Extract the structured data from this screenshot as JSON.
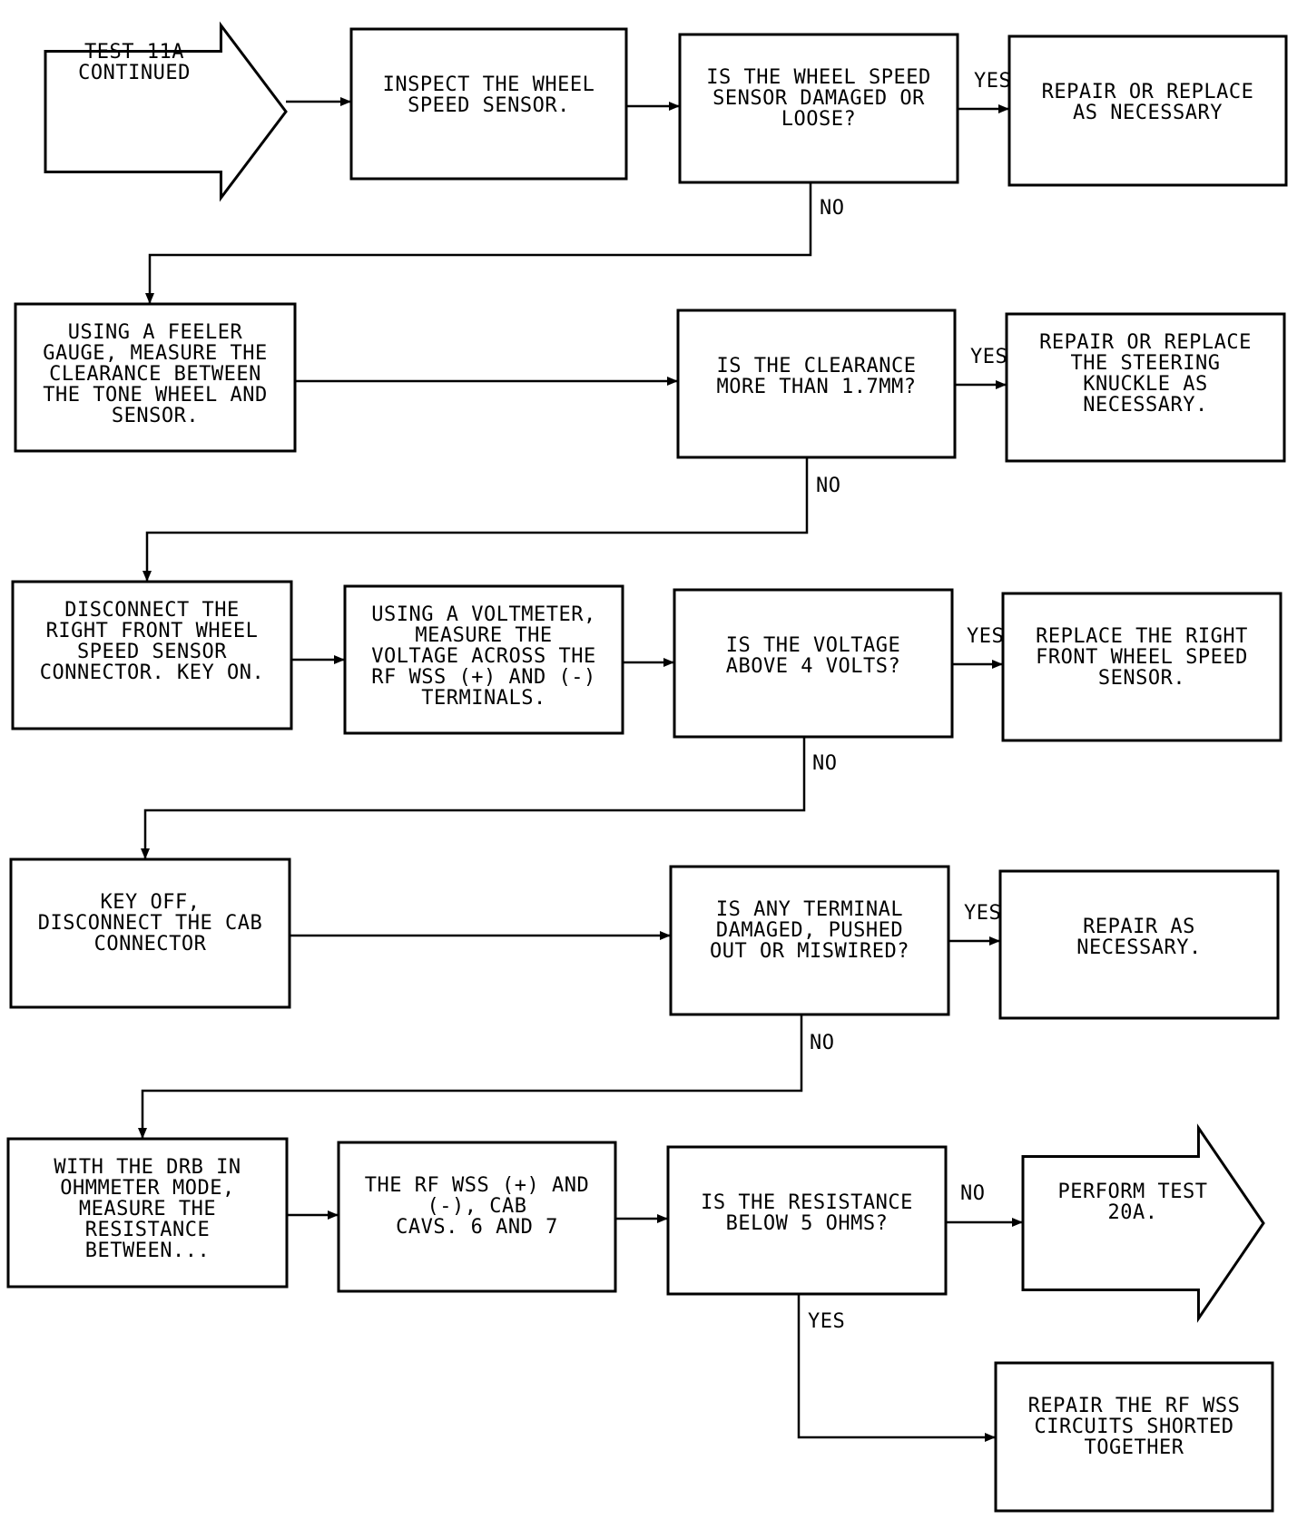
{
  "nodes": {
    "n1": {
      "lines": [
        "TEST 11A",
        "CONTINUED"
      ]
    },
    "n2": {
      "lines": [
        "INSPECT THE WHEEL",
        "SPEED SENSOR."
      ]
    },
    "n3": {
      "lines": [
        "IS THE WHEEL SPEED",
        "SENSOR DAMAGED OR",
        "LOOSE?"
      ]
    },
    "n4": {
      "lines": [
        "REPAIR OR REPLACE",
        "AS NECESSARY"
      ]
    },
    "n5": {
      "lines": [
        "USING A FEELER",
        "GAUGE, MEASURE THE",
        "CLEARANCE BETWEEN",
        "THE TONE WHEEL AND",
        "SENSOR."
      ]
    },
    "n6": {
      "lines": [
        "IS THE CLEARANCE",
        "MORE THAN 1.7MM?"
      ]
    },
    "n7": {
      "lines": [
        "REPAIR OR REPLACE",
        "THE STEERING",
        "KNUCKLE AS",
        "NECESSARY."
      ]
    },
    "n8": {
      "lines": [
        "DISCONNECT THE",
        "RIGHT FRONT WHEEL",
        "SPEED SENSOR",
        "CONNECTOR. KEY ON."
      ]
    },
    "n9": {
      "lines": [
        "USING A VOLTMETER,",
        "MEASURE THE",
        "VOLTAGE ACROSS THE",
        "RF WSS (+) AND (-)",
        "TERMINALS."
      ]
    },
    "n10": {
      "lines": [
        "IS THE VOLTAGE",
        "ABOVE 4 VOLTS?"
      ]
    },
    "n11": {
      "lines": [
        "REPLACE THE RIGHT",
        "FRONT WHEEL SPEED",
        "SENSOR."
      ]
    },
    "n12": {
      "lines": [
        "KEY OFF,",
        "DISCONNECT THE CAB",
        "CONNECTOR"
      ]
    },
    "n13": {
      "lines": [
        "IS ANY TERMINAL",
        "DAMAGED, PUSHED",
        "OUT OR MISWIRED?"
      ]
    },
    "n14": {
      "lines": [
        "REPAIR AS",
        "NECESSARY."
      ]
    },
    "n15": {
      "lines": [
        "WITH THE DRB IN",
        "OHMMETER MODE,",
        "MEASURE THE",
        "RESISTANCE",
        "BETWEEN..."
      ]
    },
    "n16": {
      "lines": [
        "THE RF WSS (+) AND",
        "(-), CAB",
        "CAVS. 6 AND 7"
      ]
    },
    "n17": {
      "lines": [
        "IS THE RESISTANCE",
        "BELOW 5 OHMS?"
      ]
    },
    "n18": {
      "lines": [
        "PERFORM TEST",
        "20A."
      ]
    },
    "n19": {
      "lines": [
        "REPAIR THE RF WSS",
        "CIRCUITS SHORTED",
        "TOGETHER"
      ]
    }
  },
  "edge_labels": {
    "e_yes1": "YES",
    "e_no1": "NO",
    "e_yes2": "YES",
    "e_no2": "NO",
    "e_yes3": "YES",
    "e_no3": "NO",
    "e_yes4": "YES",
    "e_no4": "NO",
    "e_no5": "NO",
    "e_yes5": "YES"
  }
}
